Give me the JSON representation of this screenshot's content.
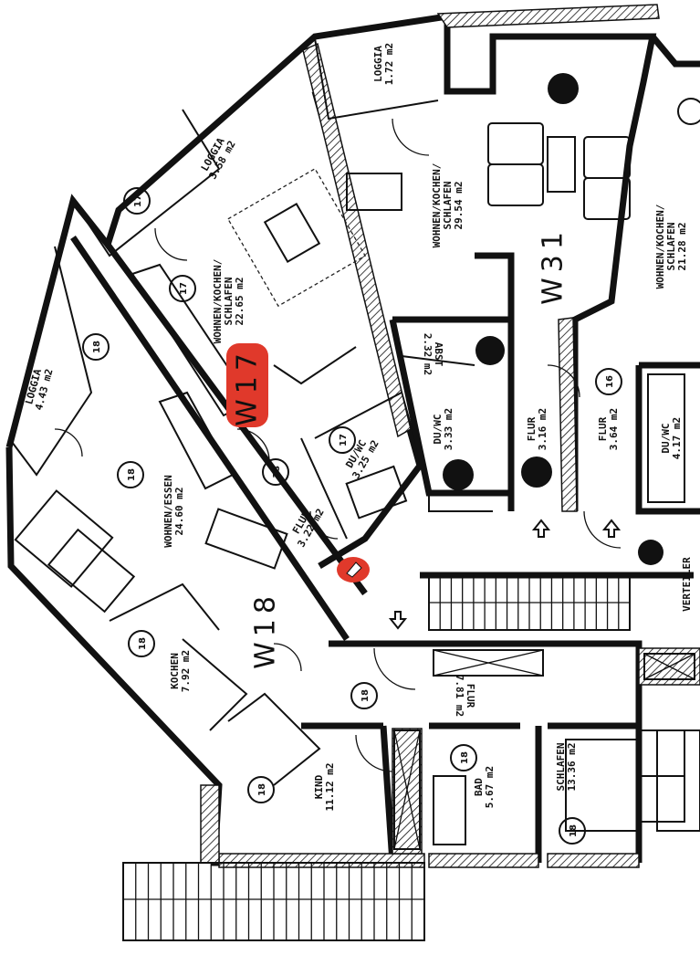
{
  "units": [
    {
      "id": "w17",
      "label": "W17",
      "highlight": "#e0392b"
    },
    {
      "id": "w18",
      "label": "W18"
    },
    {
      "id": "w31",
      "label": "W31"
    }
  ],
  "rooms": {
    "loggia_a": [
      "LOGGIA",
      "1.72 m2"
    ],
    "loggia_b": [
      "LOGGIA",
      "3.58 m2"
    ],
    "loggia_c": [
      "LOGGIA",
      "4.43 m2"
    ],
    "wks_w31": [
      "WOHNEN/KOCHEN/",
      "SCHLAFEN",
      "29.54 m2"
    ],
    "wks_w17": [
      "WOHNEN/KOCHEN/",
      "SCHLAFEN",
      "22.65 m2"
    ],
    "wks_right": [
      "WOHNEN/KOCHEN/",
      "SCHLAFEN",
      "21.28 m2"
    ],
    "abst": [
      "ABST",
      "2.32 m2"
    ],
    "duwc_a": [
      "DU/WC",
      "3.33 m2"
    ],
    "duwc_b": [
      "DU/WC",
      "3.25 m2"
    ],
    "duwc_c": [
      "DU/WC",
      "4.17 m2"
    ],
    "flur_a": [
      "FLUR",
      "3.16 m2"
    ],
    "flur_b": [
      "FLUR",
      "3.64 m2"
    ],
    "flur_c": [
      "FLUR",
      "3.22 m2"
    ],
    "flur_d": [
      "FLUR",
      "7.81 m2"
    ],
    "wohnen_essen": [
      "WOHNEN/ESSEN",
      "24.60 m2"
    ],
    "kochen": [
      "KOCHEN",
      "7.92 m2"
    ],
    "kind": [
      "KIND",
      "11.12 m2"
    ],
    "bad": [
      "BAD",
      "5.67 m2"
    ],
    "schlafen": [
      "SCHLAFEN",
      "13.36 m2"
    ],
    "verteiler": [
      "VERTEILER"
    ]
  },
  "marks": {
    "m18": "18",
    "m17": "17",
    "m16": "16"
  },
  "colors": {
    "ink": "#111111",
    "highlight": "#e0392b",
    "paper": "#ffffff"
  }
}
